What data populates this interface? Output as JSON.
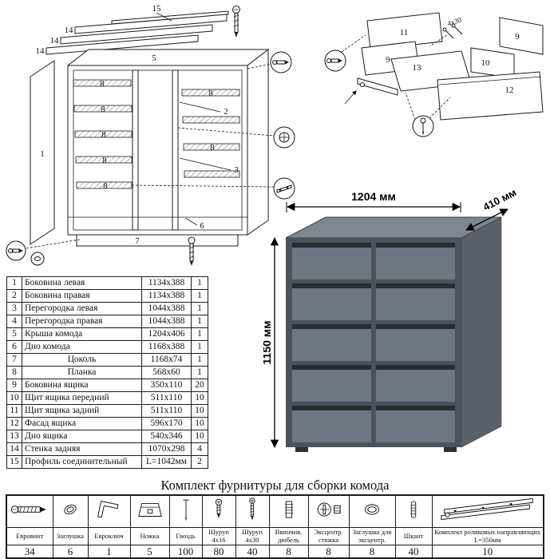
{
  "parts_table": {
    "rows": [
      {
        "n": "1",
        "name": "Боковина левая",
        "size": "1134x388",
        "qty": "1"
      },
      {
        "n": "2",
        "name": "Боковина правая",
        "size": "1134x388",
        "qty": "1"
      },
      {
        "n": "3",
        "name": "Перегородка левая",
        "size": "1044x388",
        "qty": "1"
      },
      {
        "n": "4",
        "name": "Перегородка правая",
        "size": "1044x388",
        "qty": "1"
      },
      {
        "n": "5",
        "name": "Крыша комода",
        "size": "1204x406",
        "qty": "1"
      },
      {
        "n": "6",
        "name": "Дно комода",
        "size": "1168x388",
        "qty": "1"
      },
      {
        "n": "7",
        "name": "Цоколь",
        "size": "1168x74",
        "qty": "1"
      },
      {
        "n": "8",
        "name": "Планка",
        "size": "568x60",
        "qty": "1"
      },
      {
        "n": "9",
        "name": "Боковина ящика",
        "size": "350x110",
        "qty": "20"
      },
      {
        "n": "10",
        "name": "Щит ящика передний",
        "size": "511x110",
        "qty": "10"
      },
      {
        "n": "11",
        "name": "Щит ящика задний",
        "size": "511x110",
        "qty": "10"
      },
      {
        "n": "12",
        "name": "Фасад ящика",
        "size": "596x170",
        "qty": "10"
      },
      {
        "n": "13",
        "name": "Дно ящика",
        "size": "540x346",
        "qty": "10"
      },
      {
        "n": "14",
        "name": "Стенка задняя",
        "size": "1070x298",
        "qty": "4"
      },
      {
        "n": "15",
        "name": "Профиль соединительный",
        "size": "L=1042мм",
        "qty": "2"
      }
    ]
  },
  "product": {
    "width_label": "1204 мм",
    "depth_label": "410 мм",
    "height_label": "1150 мм"
  },
  "diagram_left": {
    "labels": {
      "p15": "15",
      "p14a": "14",
      "p14b": "14",
      "p14c": "14",
      "p5": "5",
      "p1": "1",
      "p8a": "8",
      "p8b": "8",
      "p8c": "8",
      "p8d": "8",
      "p8e": "8",
      "p8f": "8",
      "p8g": "8",
      "p2": "2",
      "p3": "3",
      "p7": "7",
      "p6": "6"
    }
  },
  "diagram_right": {
    "labels": {
      "p11": "11",
      "p9a": "9",
      "p9b": "9",
      "p13": "13",
      "p10": "10",
      "p12": "12",
      "screws": "4x30"
    }
  },
  "hardware": {
    "title": "Комплект фурнитуры для сборки комода",
    "items": [
      {
        "icon": "euroscrew-icon",
        "name": "Евровинт",
        "qty": "34"
      },
      {
        "icon": "cap-icon",
        "name": "Заглушка",
        "qty": "6"
      },
      {
        "icon": "hexkey-icon",
        "name": "Евроключ",
        "qty": "1"
      },
      {
        "icon": "foot-icon",
        "name": "Ножка",
        "qty": "5"
      },
      {
        "icon": "nail-icon",
        "name": "Гвоздь",
        "qty": "100"
      },
      {
        "icon": "screw-4x16-icon",
        "name": "Шуруп 4x16",
        "qty": "80"
      },
      {
        "icon": "screw-4x30-icon",
        "name": "Шуруп 4x30",
        "qty": "40"
      },
      {
        "icon": "dowel-insert-icon",
        "name": "Ввинчив. дюбель",
        "qty": "8"
      },
      {
        "icon": "cam-lock-icon",
        "name": "Эксцентр. стяжка",
        "qty": "8"
      },
      {
        "icon": "cam-cap-icon",
        "name": "Заглушка для эксцентр.",
        "qty": "8"
      },
      {
        "icon": "wood-dowel-icon",
        "name": "Шкант",
        "qty": "40"
      },
      {
        "icon": "drawer-slides-icon",
        "name": "Комплект роликовых направляющих L=350мм",
        "qty": "10"
      }
    ]
  },
  "colors": {
    "dresser_body": "#4c525b",
    "dresser_front": "#6e7681",
    "dresser_top": "#7e868f",
    "dresser_side": "#59606a",
    "drawer_recess": "#272c33"
  }
}
